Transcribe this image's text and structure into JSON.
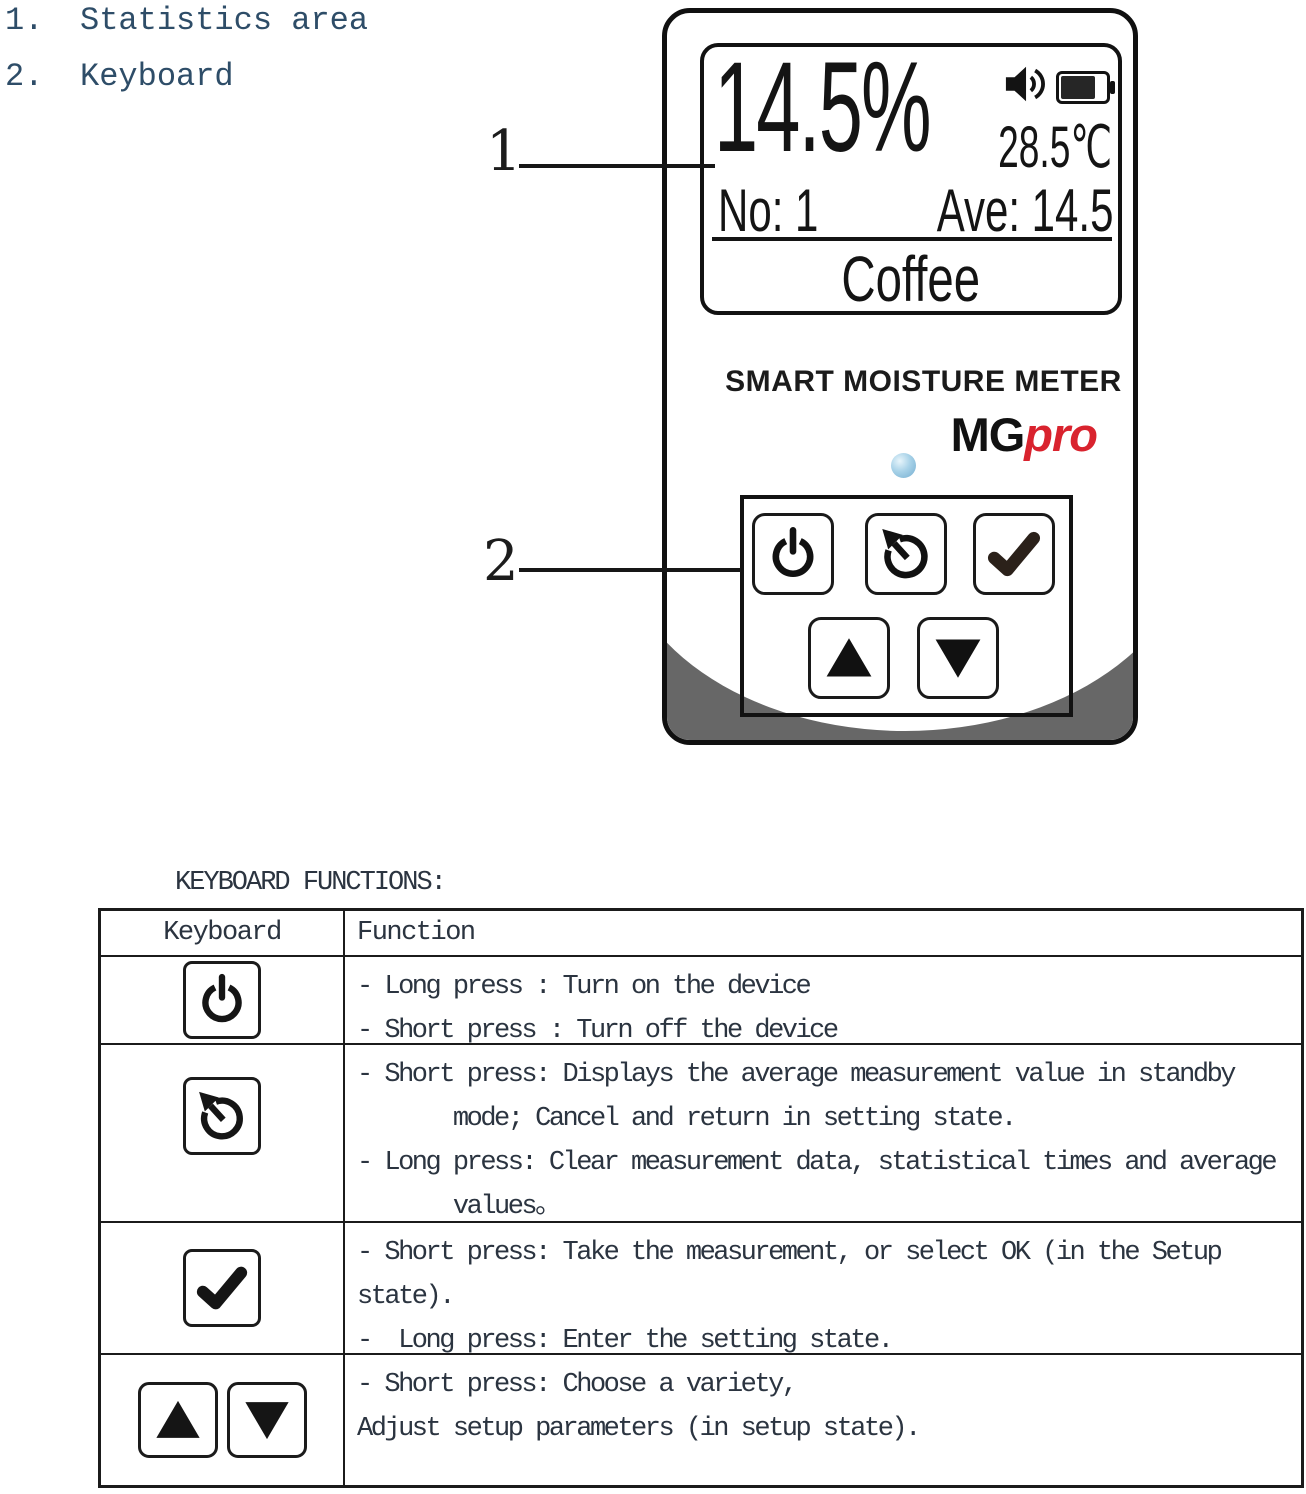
{
  "legend": {
    "items": [
      {
        "num": "1.",
        "label": "Statistics area"
      },
      {
        "num": "2.",
        "label": "Keyboard"
      }
    ]
  },
  "callouts": {
    "one": "1",
    "two": "2"
  },
  "device": {
    "display": {
      "moisture": "14.5%",
      "temperature": "28.5℃",
      "no": "No: 1",
      "ave": "Ave: 14.5",
      "variety": "Coffee"
    },
    "title": "SMART MOISTURE METER",
    "logo": {
      "mg": "MG",
      "pro": "pro",
      "pro_color": "#d9232e"
    },
    "led_color": "#a8d2e8",
    "body_gray": "#676767",
    "keys": [
      "power",
      "cancel",
      "ok",
      "up",
      "down"
    ]
  },
  "section": {
    "heading": "KEYBOARD FUNCTIONS:",
    "table": {
      "header": {
        "col1": "Keyboard",
        "col2": "Function"
      },
      "row_power": {
        "key": "power-key",
        "lines": [
          "- Long press : Turn on the device",
          "- Short press : Turn off the device"
        ]
      },
      "row_cancel": {
        "key": "cancel-key",
        "lines": [
          "- Short press: Displays the average measurement value in standby",
          "       mode; Cancel and return in setting state.",
          "- Long press: Clear measurement data, statistical times and average",
          "       values。"
        ]
      },
      "row_ok": {
        "key": "ok-key",
        "lines": [
          "- Short press: Take the measurement, or select OK (in the Setup",
          "state).",
          "-  Long press: Enter the setting state."
        ]
      },
      "row_updown": {
        "key": "up-down-keys",
        "lines": [
          "- Short press: Choose a variety,",
          "Adjust setup parameters (in setup state)."
        ]
      }
    }
  }
}
